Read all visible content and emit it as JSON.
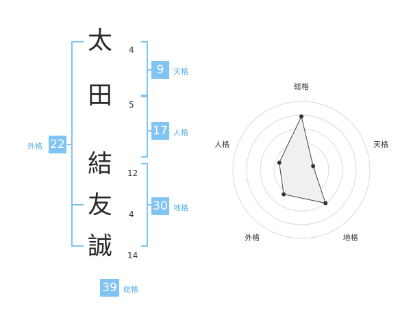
{
  "name": {
    "chars": [
      {
        "char": "太",
        "strokes": "4"
      },
      {
        "char": "田",
        "strokes": "5"
      },
      {
        "char": "結",
        "strokes": "12"
      },
      {
        "char": "友",
        "strokes": "4"
      },
      {
        "char": "誠",
        "strokes": "14"
      }
    ]
  },
  "kaku": {
    "tenkaku": {
      "label": "天格",
      "value": "9"
    },
    "jinkaku": {
      "label": "人格",
      "value": "17"
    },
    "chikaku": {
      "label": "地格",
      "value": "30"
    },
    "gaikaku": {
      "label": "外格",
      "value": "22"
    },
    "soukaku": {
      "label": "総格",
      "value": "39"
    }
  },
  "colors": {
    "accent": "#7fc4f2",
    "accent_text": "#5aaee8"
  },
  "chart_data": {
    "type": "radar",
    "axes": [
      "総格",
      "天格",
      "地格",
      "外格",
      "人格"
    ],
    "values": [
      39,
      9,
      30,
      22,
      17
    ],
    "rmax": 50,
    "ring_levels": [
      10,
      20,
      30,
      40,
      50
    ]
  }
}
